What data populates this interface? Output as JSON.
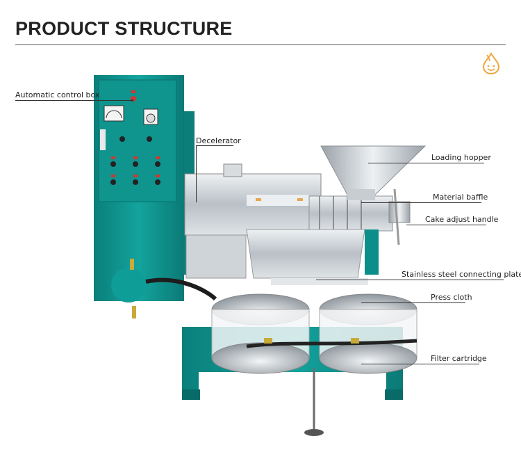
{
  "page": {
    "title": "PRODUCT STRUCTURE"
  },
  "colors": {
    "machine_teal": "#0c8f8a",
    "steel": "#c9ced3",
    "accent_logo": "#f0a63a"
  },
  "labels": {
    "control_box": "Automatic control box",
    "decelerator": "Decelerator",
    "loading_hopper": "Loading hopper",
    "material_baffle": "Material baffle",
    "cake_adjust": "Cake adjust handle",
    "connecting_plate": "Stainless steel connecting plate",
    "press_cloth": "Press cloth",
    "filter_cartridge": "Filter cartridge"
  },
  "icons": {
    "logo": "oil-drop-logo-icon"
  }
}
